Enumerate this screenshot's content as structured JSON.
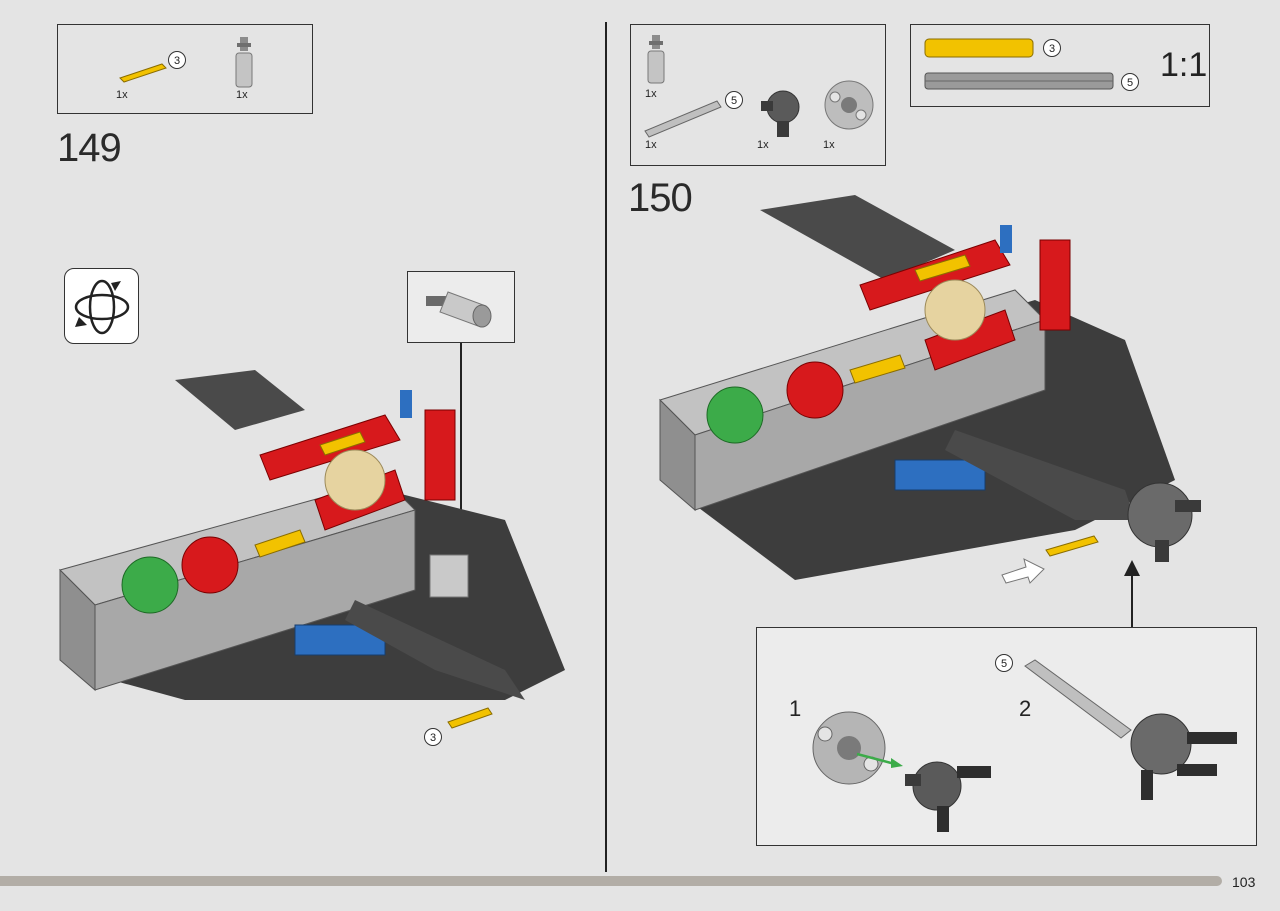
{
  "page": {
    "number": "103"
  },
  "step149": {
    "number": "149",
    "parts": [
      {
        "qty": "1x",
        "icon": "yellow-axle-icon",
        "length": "3"
      },
      {
        "qty": "1x",
        "icon": "axle-pin-connector-icon"
      }
    ],
    "callout_icon": "axle-connector-icon",
    "rotate_icon": "rotate-model-icon",
    "insert_length": "3"
  },
  "step150": {
    "number": "150",
    "parts": [
      {
        "qty": "1x",
        "icon": "axle-pin-connector-icon"
      },
      {
        "qty": "1x",
        "icon": "grey-axle-icon",
        "length": "5"
      },
      {
        "qty": "1x",
        "icon": "cv-joint-icon"
      },
      {
        "qty": "1x",
        "icon": "wheel-hub-icon"
      }
    ],
    "scale_guide": {
      "label": "1:1",
      "items": [
        {
          "length": "3",
          "color": "#f2c200"
        },
        {
          "length": "5",
          "color": "#8a8a8a"
        }
      ]
    },
    "substeps": [
      {
        "number": "1"
      },
      {
        "number": "2",
        "axle_length": "5"
      }
    ]
  },
  "colors": {
    "red": "#d7191c",
    "yellow": "#f2c200",
    "green": "#3cab49",
    "blue": "#2d6fc0",
    "dark_grey": "#4a4a4a",
    "light_grey": "#b9b9b9",
    "tan": "#e6d3a0"
  }
}
